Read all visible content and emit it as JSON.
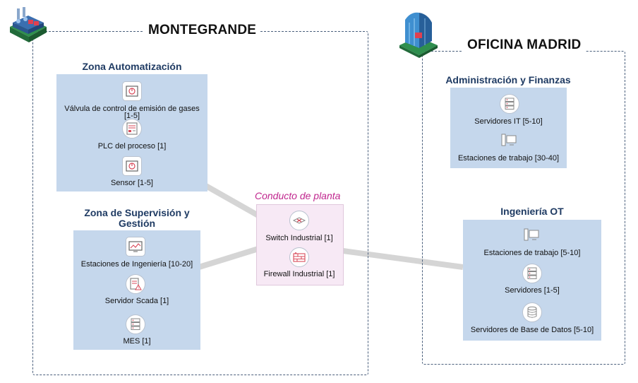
{
  "sites": {
    "montegrande": {
      "title": "MONTEGRANDE"
    },
    "madrid": {
      "title": "OFICINA MADRID"
    }
  },
  "zones": {
    "automatizacion": {
      "title": "Zona Automatización",
      "items": [
        {
          "label": "Válvula de control de emisión de gases",
          "label2": "[1-5]",
          "icon": "valve-icon"
        },
        {
          "label": "PLC del proceso [1]",
          "icon": "plc-icon"
        },
        {
          "label": "Sensor [1-5]",
          "icon": "sensor-icon"
        }
      ]
    },
    "supervision": {
      "title_line1": "Zona de Supervisión y",
      "title_line2": "Gestión",
      "items": [
        {
          "label": "Estaciones de Ingeniería [10-20]",
          "icon": "monitor-chart-icon"
        },
        {
          "label": "Servidor Scada [1]",
          "icon": "scada-server-icon"
        },
        {
          "label": "MES [1]",
          "icon": "server-icon"
        }
      ]
    },
    "admin": {
      "title": "Administración y Finanzas",
      "items": [
        {
          "label": "Servidores IT [5-10]",
          "icon": "server-icon"
        },
        {
          "label": "Estaciones de trabajo [30-40]",
          "icon": "workstation-icon"
        }
      ]
    },
    "ingenieria": {
      "title": "Ingeniería OT",
      "items": [
        {
          "label": "Estaciones de trabajo [5-10]",
          "icon": "workstation-icon"
        },
        {
          "label": "Servidores  [1-5]",
          "icon": "server-icon"
        },
        {
          "label": "Servidores de Base de Datos [5-10]",
          "icon": "database-icon"
        }
      ]
    }
  },
  "conduit": {
    "title": "Conducto de planta",
    "items": [
      {
        "label": "Switch Industrial [1]",
        "icon": "switch-icon"
      },
      {
        "label": "Firewall Industrial  [1]",
        "icon": "firewall-icon"
      }
    ]
  },
  "colors": {
    "zone_fill": "#c5d7ec",
    "zone_title": "#1f3b63",
    "conduit_fill": "#f7e9f5",
    "conduit_title": "#c0268e",
    "link": "#d5d5d5",
    "boundary": "#4a5f7c"
  }
}
